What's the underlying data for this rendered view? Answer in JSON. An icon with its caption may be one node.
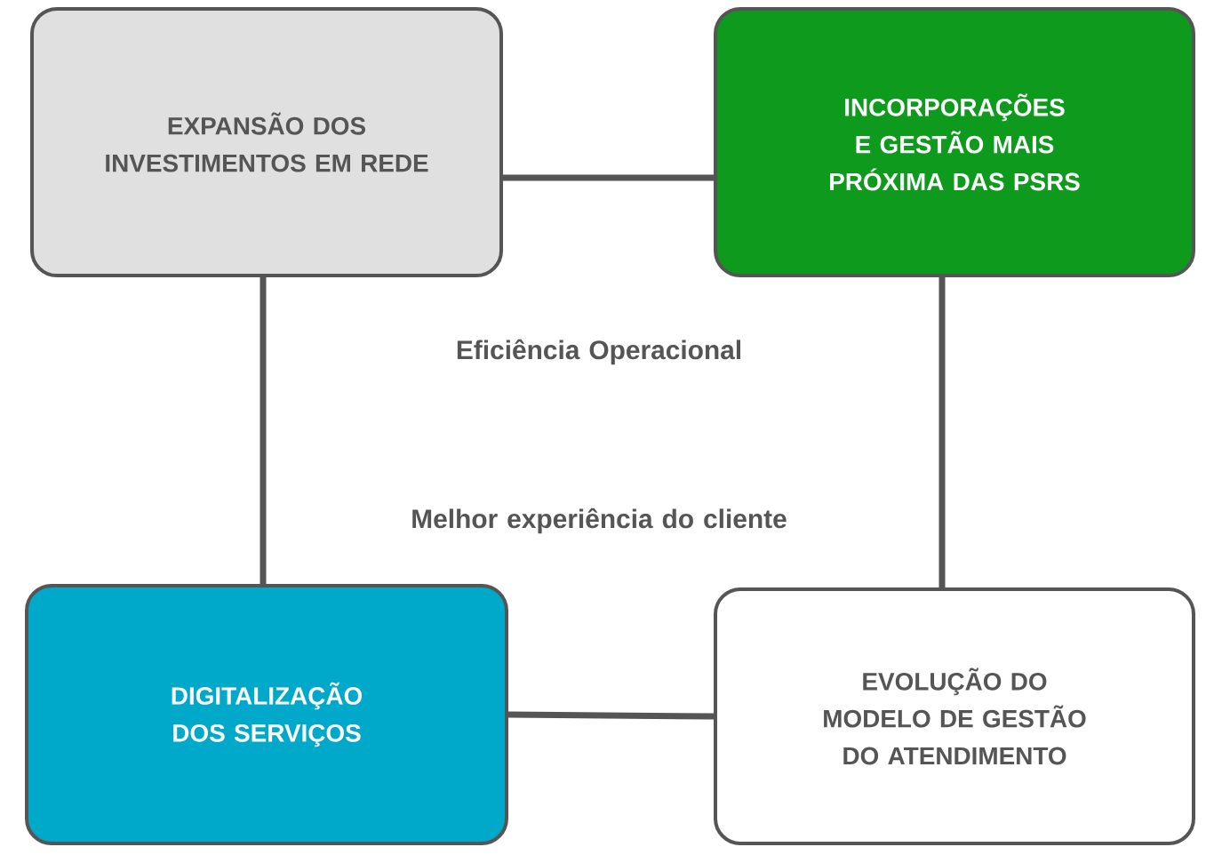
{
  "diagram": {
    "nodes": [
      {
        "text": [
          "EXPANSÃO DOS INVESTIMENTOS EM REDE"
        ]
      },
      {
        "text": [
          "INCORPORAÇÕES E GESTÃO MAIS PRÓXIMA DAS PSRS"
        ]
      },
      {
        "text": [
          "DIGITALIZAÇÃO DOS SERVIÇOS"
        ]
      },
      {
        "text": [
          "EVOLUÇÃO DO MODELO DE GESTÃO DO ATENDIMENTO"
        ]
      }
    ],
    "edges": [
      {
        "from": 0,
        "to": 1,
        "arrow": "none"
      },
      {
        "from": 0,
        "to": 2,
        "arrow": "none"
      },
      {
        "from": 1,
        "to": 3,
        "arrow": "none"
      },
      {
        "from": 2,
        "to": 3,
        "arrow": "none"
      }
    ],
    "labels": [
      "Eficiência Operacional",
      "Melhor experiência do cliente"
    ]
  }
}
